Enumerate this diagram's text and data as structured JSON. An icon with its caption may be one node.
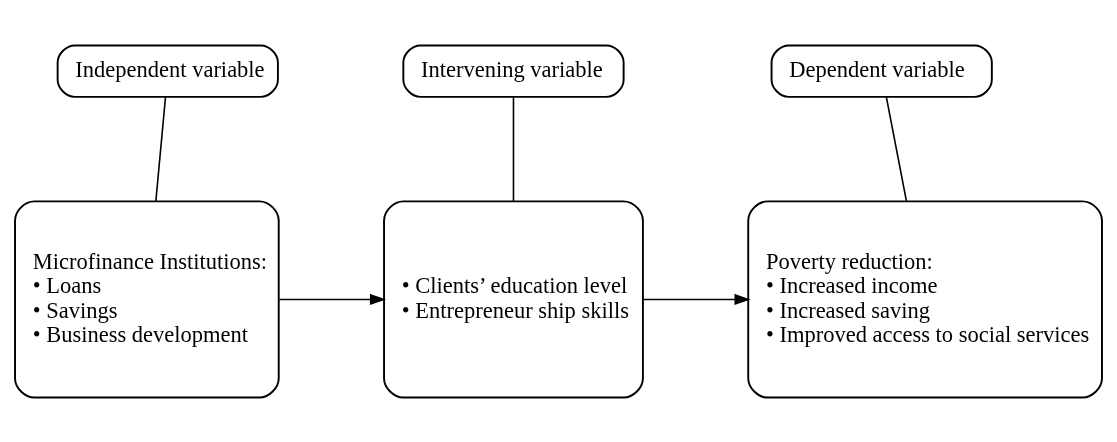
{
  "diagram": {
    "nodes": [
      {
        "text": [
          "Independent variable"
        ]
      },
      {
        "text": [
          "Intervening variable"
        ]
      },
      {
        "text": [
          "Dependent variable"
        ]
      },
      {
        "text": [
          "Microfinance Institutions:",
          "• Loans",
          "• Savings",
          "• Business development"
        ]
      },
      {
        "text": [
          "• Clients’ education level",
          "• Entrepreneur ship skills"
        ]
      },
      {
        "text": [
          "Poverty reduction:",
          "• Increased income",
          "• Increased saving",
          "• Improved access to social services"
        ]
      }
    ],
    "edges": [
      {
        "from": 0,
        "to": 3,
        "arrow": "none"
      },
      {
        "from": 1,
        "to": 4,
        "arrow": "none"
      },
      {
        "from": 2,
        "to": 5,
        "arrow": "none"
      },
      {
        "from": 3,
        "to": 4,
        "arrow": "to"
      },
      {
        "from": 4,
        "to": 5,
        "arrow": "to"
      }
    ]
  }
}
